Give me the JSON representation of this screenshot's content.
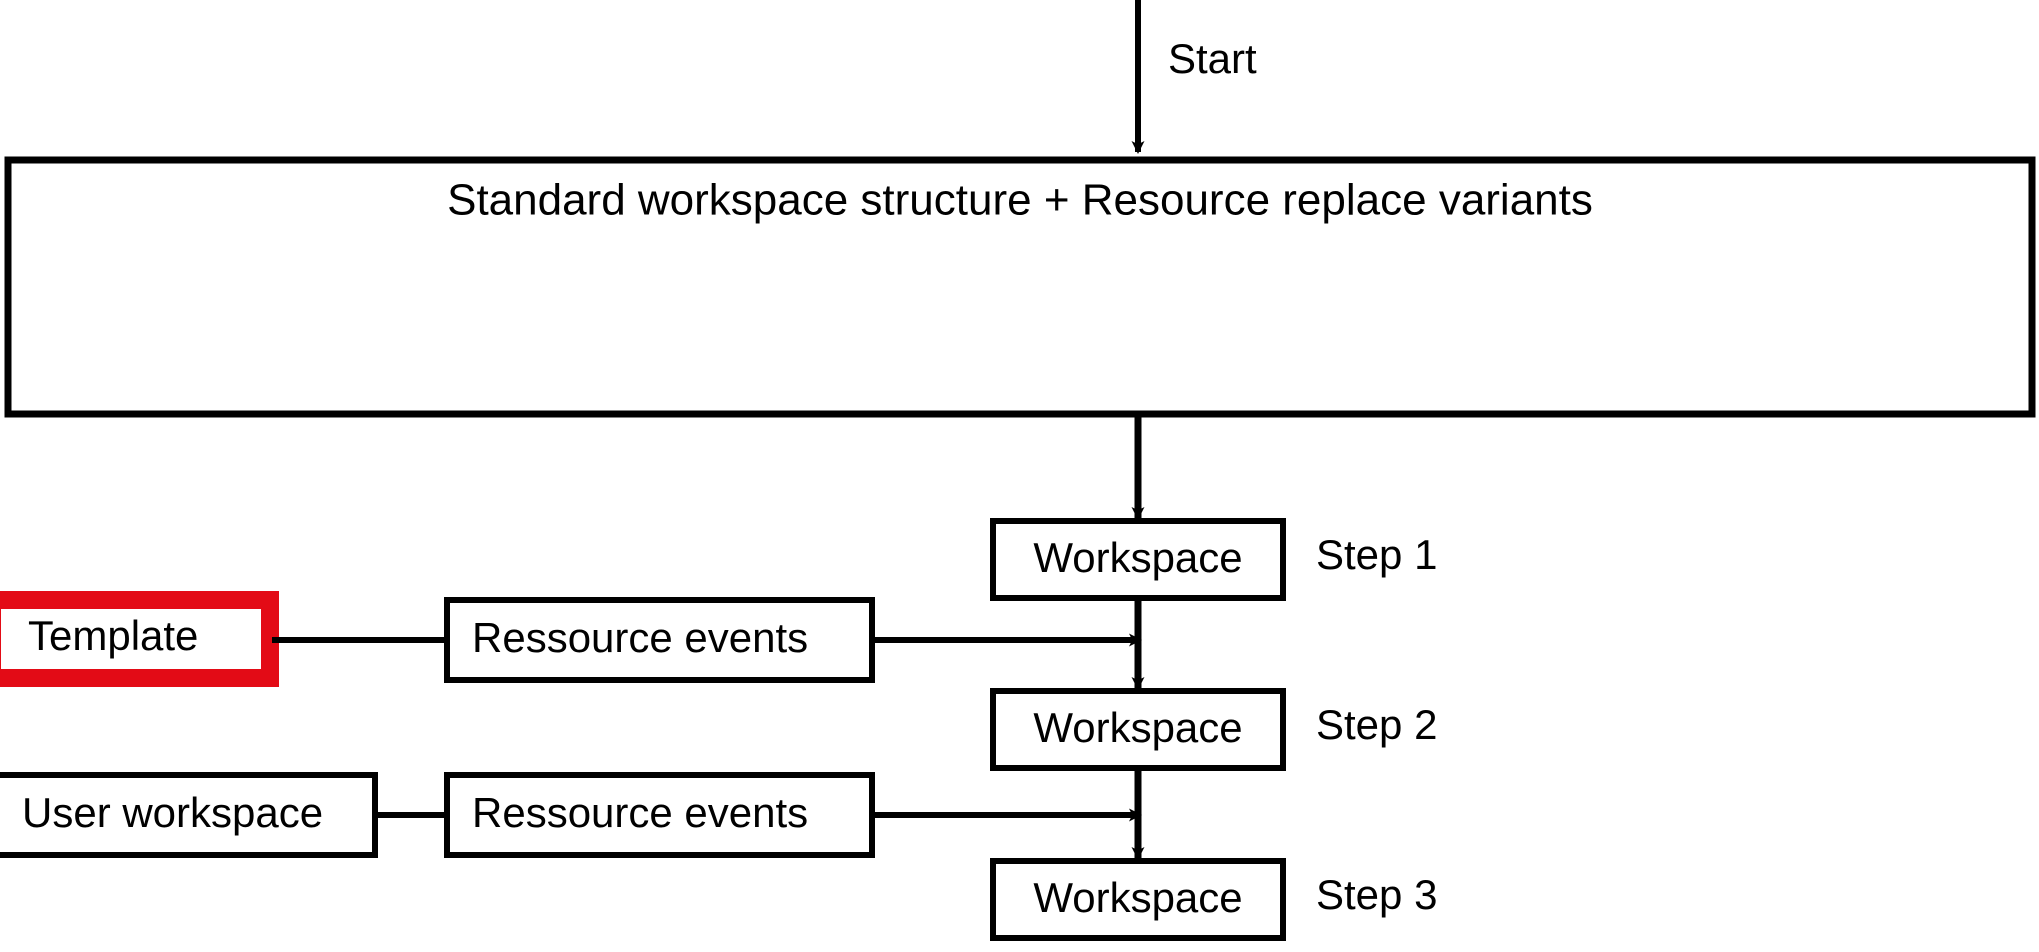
{
  "diagram": {
    "title_text": "Standard workspace structure + Resource replace variants",
    "start_label": "Start",
    "colors": {
      "stroke": "#000000",
      "background": "#ffffff",
      "highlight": "#e30b16"
    },
    "header_box": {
      "label": "Standard workspace structure + Resource replace variants"
    },
    "steps": [
      {
        "box_label": "Workspace",
        "step_label": "Step 1"
      },
      {
        "box_label": "Workspace",
        "step_label": "Step 2"
      },
      {
        "box_label": "Workspace",
        "step_label": "Step 3"
      }
    ],
    "sources": [
      {
        "label": "Template",
        "highlighted": "true"
      },
      {
        "label": "User workspace",
        "highlighted": "false"
      }
    ],
    "events": [
      {
        "label": "Ressource events"
      },
      {
        "label": "Ressource events"
      }
    ]
  }
}
